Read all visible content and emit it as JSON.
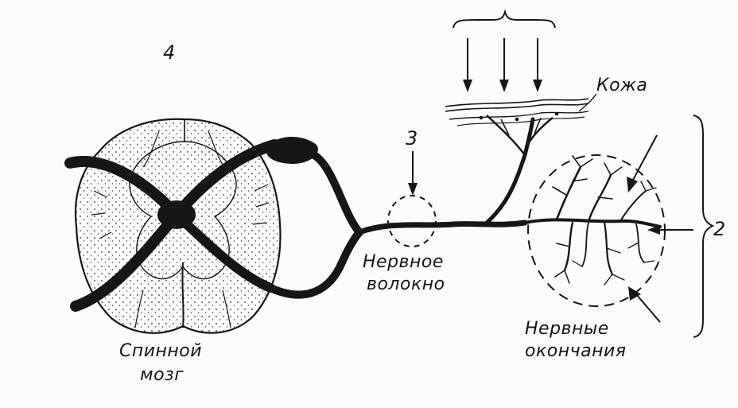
{
  "labels": {
    "num_4": "4",
    "num_3": "3",
    "num_2": "2",
    "skin": "Кожа",
    "nerve_fiber_line1": "Нервное",
    "nerve_fiber_line2": "волокно",
    "nerve_endings_line1": "Нервные",
    "nerve_endings_line2": "окончания",
    "spinal_cord_line1": "Спинной",
    "spinal_cord_line2": "мозг"
  },
  "colors": {
    "ink": "#161616",
    "stipple": "#333333",
    "background": "#fbfbfa"
  }
}
